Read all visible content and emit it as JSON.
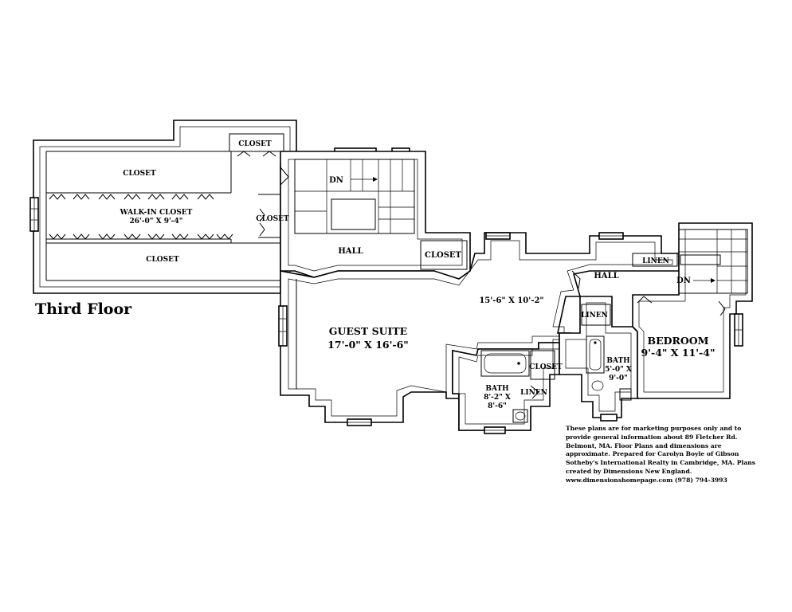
{
  "floor_title": "Third Floor",
  "rooms": {
    "closet_upper": "CLOSET",
    "closet_top_small": "CLOSET",
    "walk_in_name": "WALK-IN CLOSET",
    "walk_in_dims": "26'-0\" X 9'-4\"",
    "closet_mid": "CLOSET",
    "closet_lower": "CLOSET",
    "stair_dn_left": "DN",
    "hall_left": "HALL",
    "closet_hall": "CLOSET",
    "suite_area_dims": "15'-6\" X 10'-2\"",
    "guest_suite_name": "GUEST SUITE",
    "guest_suite_dims": "17'-0\" X 16'-6\"",
    "closet_bath": "CLOSET",
    "bath1_name": "BATH",
    "bath1_dims_1": "8'-2\" X",
    "bath1_dims_2": "8'-6\"",
    "linen_bath": "LINEN",
    "hall_right": "HALL",
    "linen_hall": "LINEN",
    "linen_upper": "LINEN",
    "stair_dn_right": "DN",
    "bath2_name": "BATH",
    "bath2_dims_1": "5'-0\" X",
    "bath2_dims_2": "9'-0\"",
    "bedroom_name": "BEDROOM",
    "bedroom_dims": "9'-4\" X 11'-4\""
  },
  "disclaimer_lines": [
    "These plans are for marketing purposes only and to",
    "provide general information about 89 Fletcher Rd.",
    "Belmont, MA.  Floor Plans and dimensions are",
    "approximate.  Prepared for Carolyn Boyle of Gibson",
    "Sotheby's International Realty in Cambridge, MA.  Plans",
    "created by Dimensions New England.",
    "www.dimensionshomepage.com  (978) 794-3993"
  ]
}
